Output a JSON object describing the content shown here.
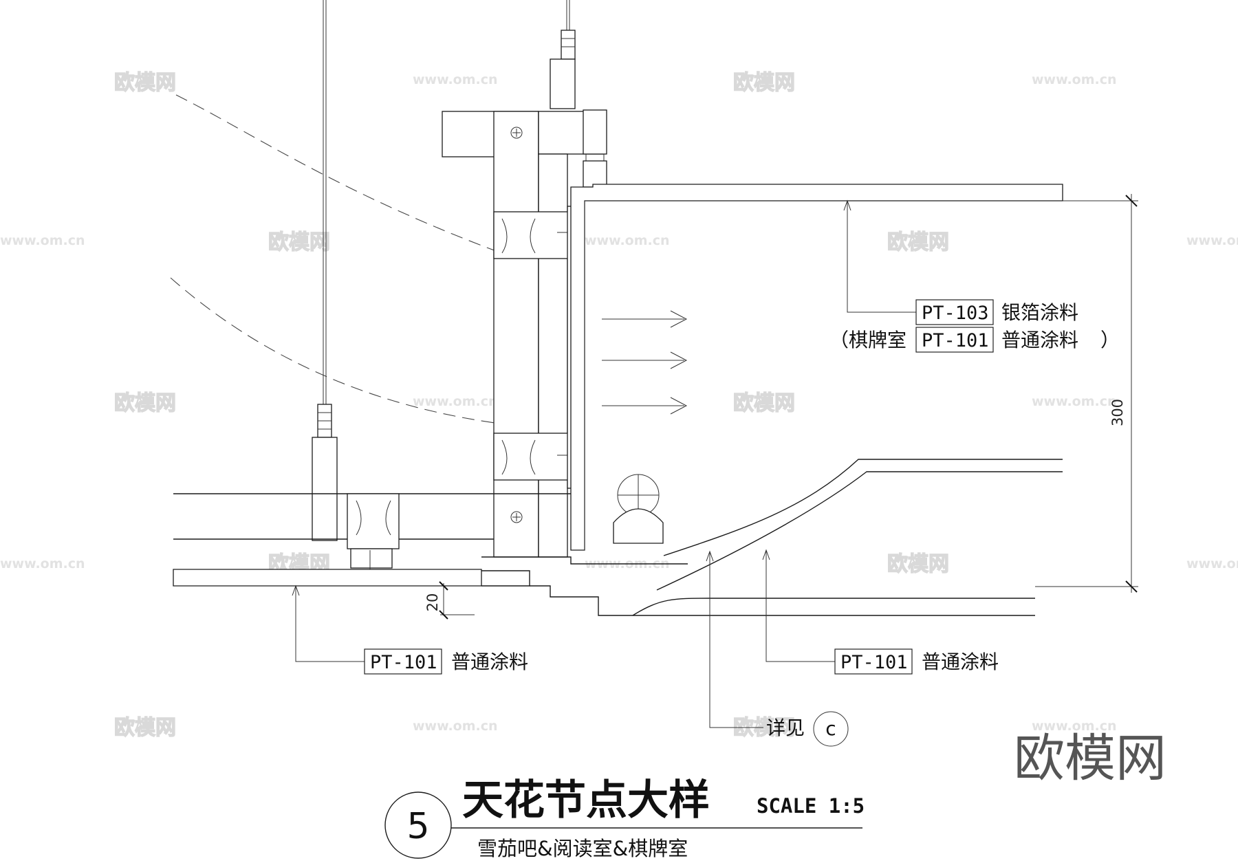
{
  "callouts": {
    "top_right": {
      "code": "PT-103",
      "text": "银箔涂料"
    },
    "top_right_alt": {
      "open": "（棋牌室",
      "code": "PT-101",
      "text": "普通涂料",
      "close": "）"
    },
    "bottom_left": {
      "code": "PT-101",
      "text": "普通涂料"
    },
    "bottom_right": {
      "code": "PT-101",
      "text": "普通涂料"
    },
    "detail_ref": {
      "text": "详见",
      "symbol": "c"
    }
  },
  "dimensions": {
    "height": "300",
    "offset": "20"
  },
  "title_block": {
    "number": "5",
    "title": "天花节点大样",
    "scale": "SCALE 1:5",
    "subtitle": "雪茄吧&阅读室&棋牌室"
  },
  "watermark": {
    "brand": "欧模网",
    "url": "www.om.cn"
  }
}
